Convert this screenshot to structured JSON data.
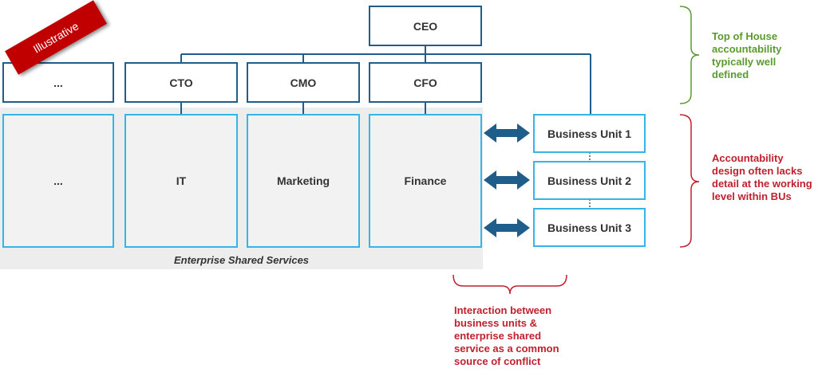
{
  "badge": "Illustrative",
  "executives": {
    "ceo": "CEO",
    "other": "...",
    "cto": "CTO",
    "cmo": "CMO",
    "cfo": "CFO"
  },
  "shared_services": {
    "label": "Enterprise Shared Services",
    "other": "...",
    "it": "IT",
    "marketing": "Marketing",
    "finance": "Finance"
  },
  "business_units": [
    "Business Unit 1",
    "Business Unit 2",
    "Business Unit 3"
  ],
  "annotations": {
    "top_of_house": "Top of House accountability typically well defined",
    "accountability_design": "Accountability design often lacks detail at the working level within BUs",
    "interaction": "Interaction between business units & enterprise shared service as a common source of conflict"
  },
  "colors": {
    "executive_border": "#1f5d8a",
    "shared_service_border": "#35b4e6",
    "arrow": "#1f5d8a",
    "green": "#5b9a2f",
    "red": "#c0202e",
    "badge": "#c00000"
  }
}
